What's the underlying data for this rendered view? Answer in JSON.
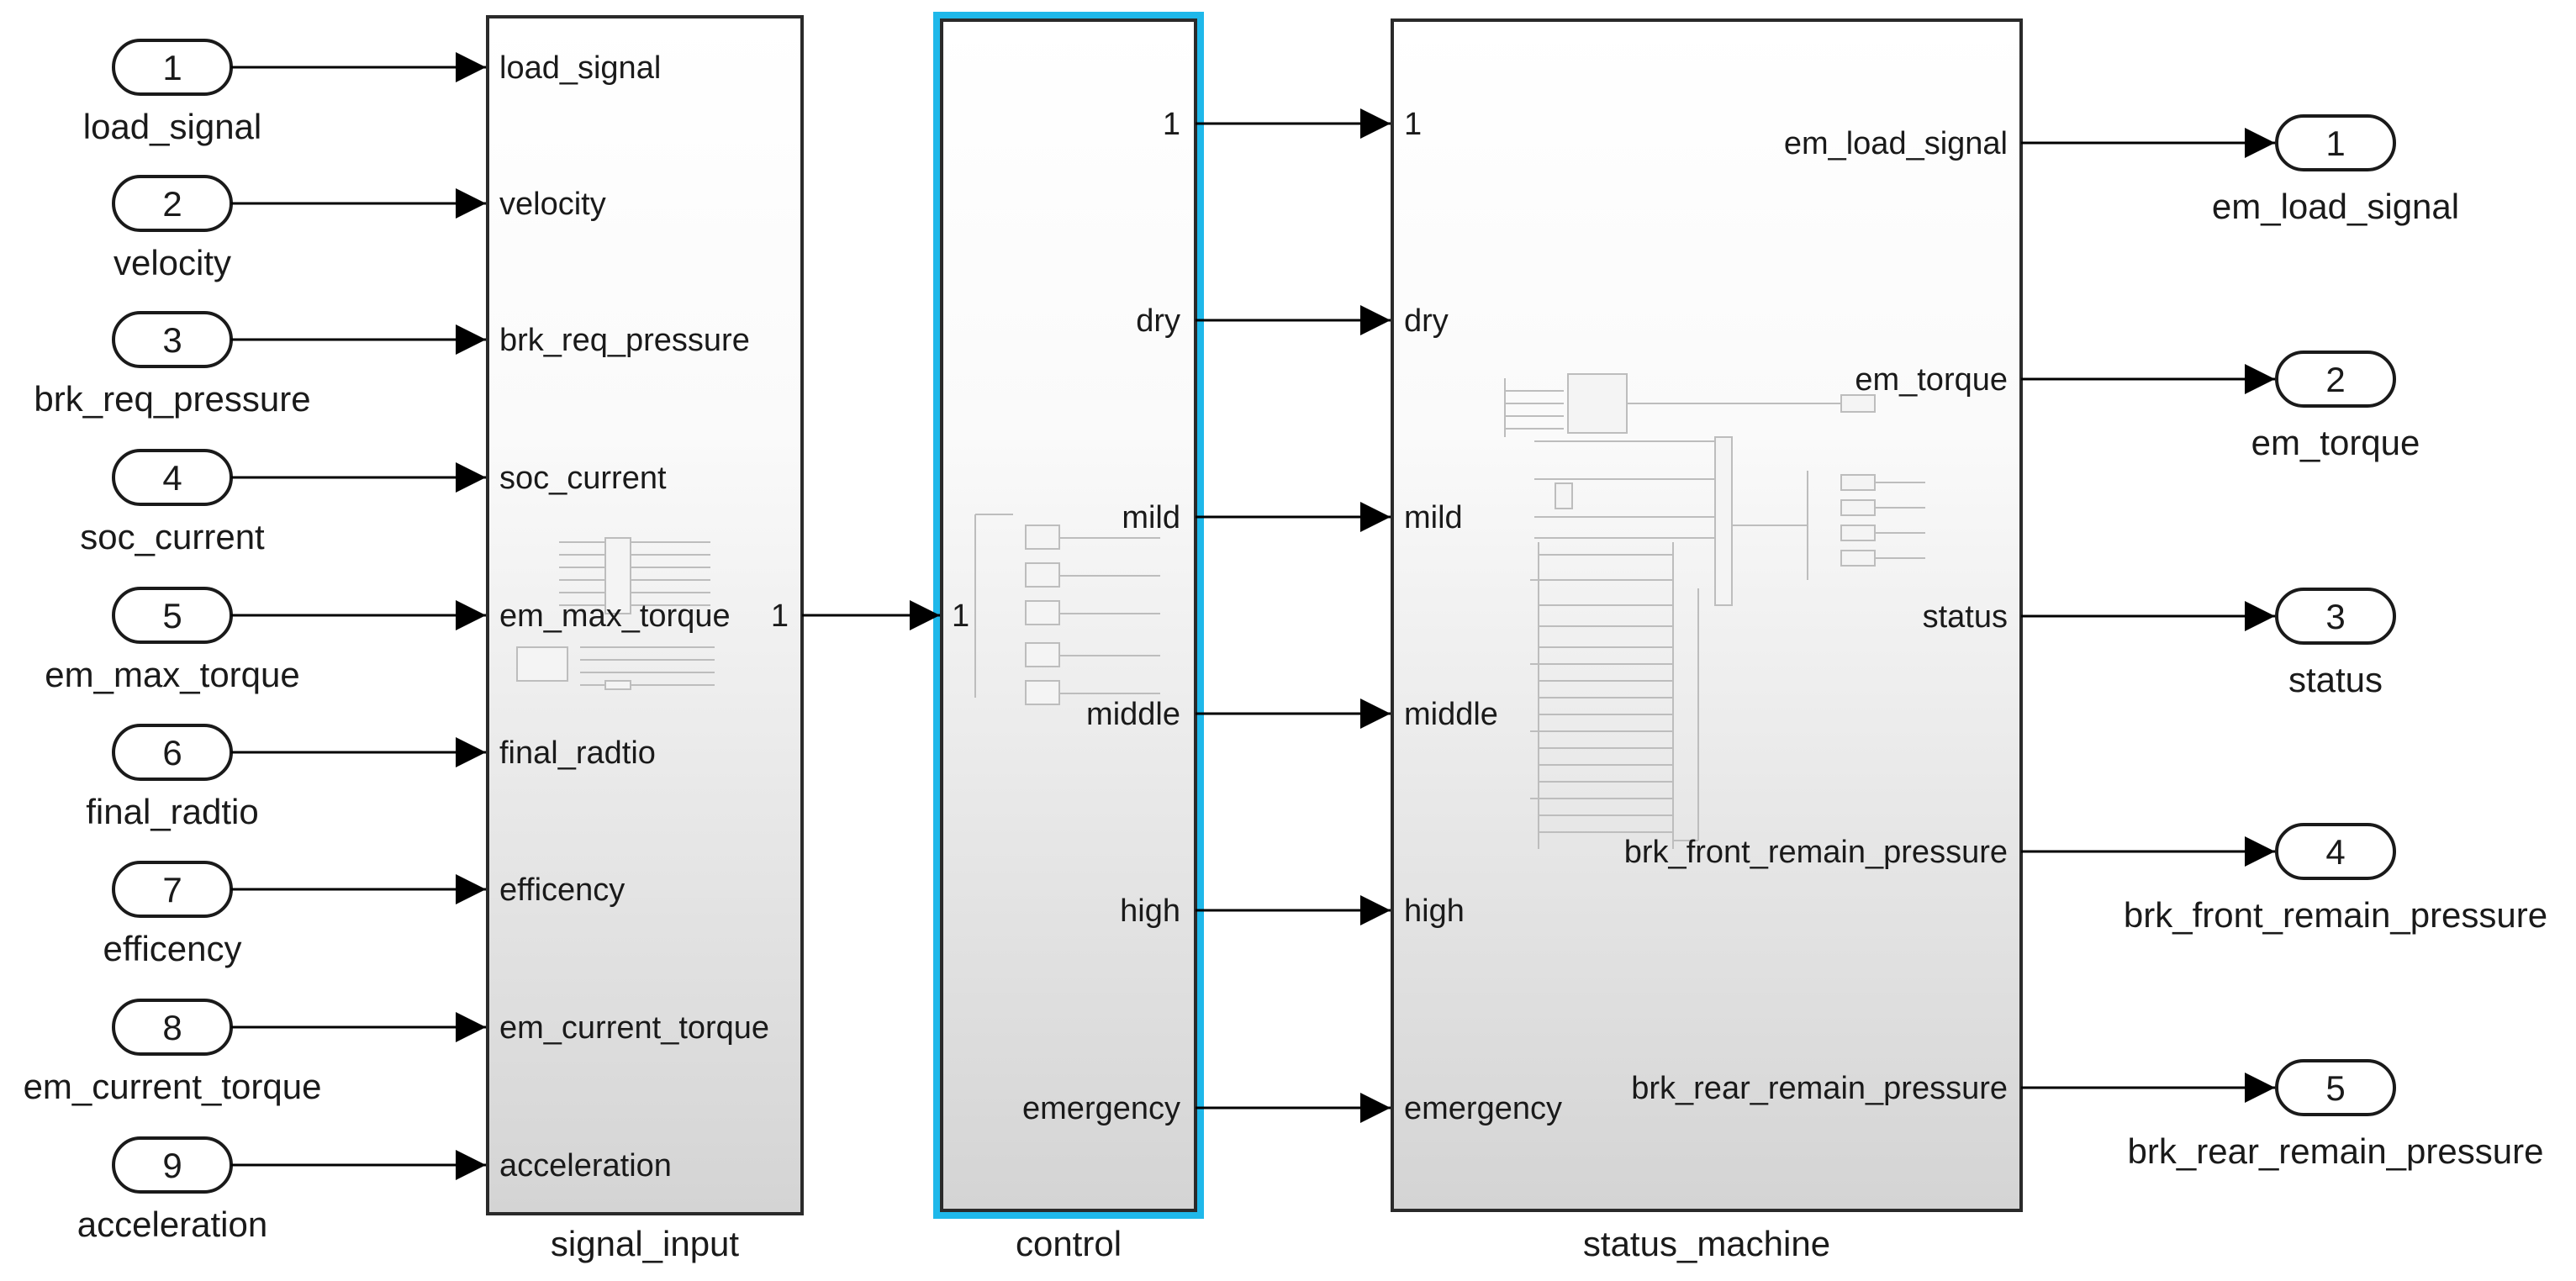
{
  "colors": {
    "selection": "#1fb8ea",
    "wire": "#000000",
    "block_border": "#2a2a2a",
    "block_gradient_top": "#ffffff",
    "block_gradient_bottom": "#d4d4d4"
  },
  "inports": [
    {
      "num": "1",
      "name": "load_signal"
    },
    {
      "num": "2",
      "name": "velocity"
    },
    {
      "num": "3",
      "name": "brk_req_pressure"
    },
    {
      "num": "4",
      "name": "soc_current"
    },
    {
      "num": "5",
      "name": "em_max_torque"
    },
    {
      "num": "6",
      "name": "final_radtio"
    },
    {
      "num": "7",
      "name": "efficency"
    },
    {
      "num": "8",
      "name": "em_current_torque"
    },
    {
      "num": "9",
      "name": "acceleration"
    }
  ],
  "signal_input": {
    "name": "signal_input",
    "inputs": [
      "load_signal",
      "velocity",
      "brk_req_pressure",
      "soc_current",
      "em_max_torque",
      "final_radtio",
      "efficency",
      "em_current_torque",
      "acceleration"
    ],
    "output": "1"
  },
  "control": {
    "name": "control",
    "input": "1",
    "outputs": [
      "1",
      "dry",
      "mild",
      "middle",
      "high",
      "emergency"
    ]
  },
  "status_machine": {
    "name": "status_machine",
    "inputs": [
      "1",
      "dry",
      "mild",
      "middle",
      "high",
      "emergency"
    ],
    "outputs": [
      "em_load_signal",
      "em_torque",
      "status",
      "brk_front_remain_pressure",
      "brk_rear_remain_pressure"
    ]
  },
  "outports": [
    {
      "num": "1",
      "name": "em_load_signal"
    },
    {
      "num": "2",
      "name": "em_torque"
    },
    {
      "num": "3",
      "name": "status"
    },
    {
      "num": "4",
      "name": "brk_front_remain_pressure"
    },
    {
      "num": "5",
      "name": "brk_rear_remain_pressure"
    }
  ]
}
